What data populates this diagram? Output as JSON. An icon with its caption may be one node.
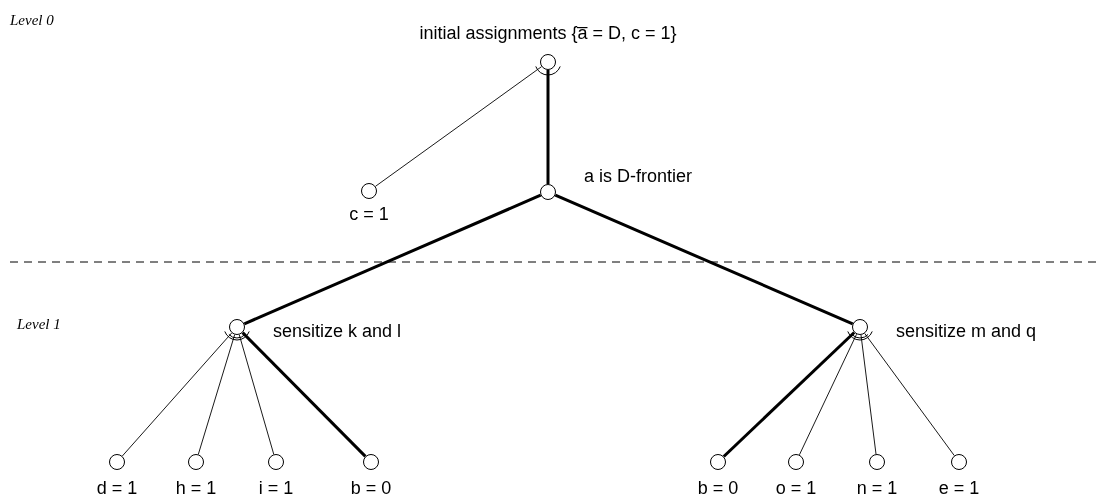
{
  "diagram": {
    "nodes": [
      {
        "text": [],
        "shape": "circle",
        "beside": [
          "initial assignments {a̅ = D, c = 1}"
        ]
      },
      {
        "text": [],
        "shape": "circle",
        "beside": [
          "c = 1"
        ]
      },
      {
        "text": [],
        "shape": "circle",
        "beside": [
          "a is D-frontier"
        ]
      },
      {
        "text": [],
        "shape": "circle",
        "beside": [
          "sensitize k and l"
        ]
      },
      {
        "text": [],
        "shape": "circle",
        "beside": [
          "sensitize m and q"
        ]
      },
      {
        "text": [],
        "shape": "circle",
        "beside": [
          "d = 1"
        ]
      },
      {
        "text": [],
        "shape": "circle",
        "beside": [
          "h = 1"
        ]
      },
      {
        "text": [],
        "shape": "circle",
        "beside": [
          "i = 1"
        ]
      },
      {
        "text": [],
        "shape": "circle",
        "beside": [
          "b = 0"
        ]
      },
      {
        "text": [],
        "shape": "circle",
        "beside": [
          "b = 0"
        ]
      },
      {
        "text": [],
        "shape": "circle",
        "beside": [
          "o = 1"
        ]
      },
      {
        "text": [],
        "shape": "circle",
        "beside": [
          "n = 1"
        ]
      },
      {
        "text": [],
        "shape": "circle",
        "beside": [
          "e = 1"
        ]
      }
    ],
    "edges": [
      {
        "from": 0,
        "to": 1,
        "arrow": "none"
      },
      {
        "from": 0,
        "to": 2,
        "arrow": "none",
        "style": "thick"
      },
      {
        "from": 2,
        "to": 3,
        "arrow": "none",
        "style": "thick"
      },
      {
        "from": 2,
        "to": 4,
        "arrow": "none",
        "style": "thick"
      },
      {
        "from": 3,
        "to": 5,
        "arrow": "none"
      },
      {
        "from": 3,
        "to": 6,
        "arrow": "none"
      },
      {
        "from": 3,
        "to": 7,
        "arrow": "none"
      },
      {
        "from": 3,
        "to": 8,
        "arrow": "none",
        "style": "thick"
      },
      {
        "from": 4,
        "to": 9,
        "arrow": "none",
        "style": "thick"
      },
      {
        "from": 4,
        "to": 10,
        "arrow": "none"
      },
      {
        "from": 4,
        "to": 11,
        "arrow": "none"
      },
      {
        "from": 4,
        "to": 12,
        "arrow": "none"
      }
    ],
    "labels": [
      "Level 0",
      "Level 1"
    ]
  }
}
